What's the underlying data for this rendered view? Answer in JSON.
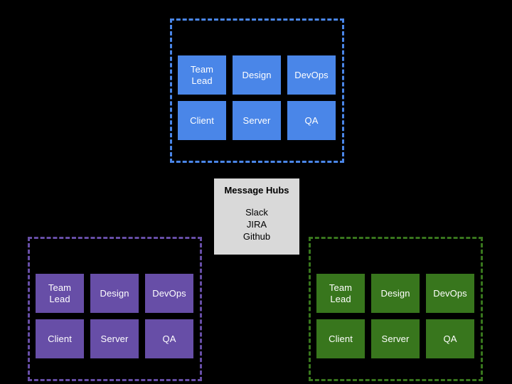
{
  "diagram": {
    "background_color": "#000000",
    "groups": [
      {
        "id": "blue-team-group",
        "name": "blue-group",
        "border_color": "#4a86e8",
        "tile_color": "#4a86e8",
        "tiles": [
          {
            "label": "Team\nLead"
          },
          {
            "label": "Design"
          },
          {
            "label": "DevOps"
          },
          {
            "label": "Client"
          },
          {
            "label": "Server"
          },
          {
            "label": "QA"
          }
        ]
      },
      {
        "id": "purple-team-group",
        "name": "purple-group",
        "border_color": "#674ea7",
        "tile_color": "#674ea7",
        "tiles": [
          {
            "label": "Team\nLead"
          },
          {
            "label": "Design"
          },
          {
            "label": "DevOps"
          },
          {
            "label": "Client"
          },
          {
            "label": "Server"
          },
          {
            "label": "QA"
          }
        ]
      },
      {
        "id": "green-team-group",
        "name": "green-group",
        "border_color": "#38761d",
        "tile_color": "#38761d",
        "tiles": [
          {
            "label": "Team\nLead"
          },
          {
            "label": "Design"
          },
          {
            "label": "DevOps"
          },
          {
            "label": "Client"
          },
          {
            "label": "Server"
          },
          {
            "label": "QA"
          }
        ]
      }
    ],
    "hub_card": {
      "title": "Message Hubs",
      "background_color": "#d9d9d9",
      "text_color": "#000000",
      "items": [
        "Slack",
        "JIRA",
        "Github"
      ]
    }
  }
}
